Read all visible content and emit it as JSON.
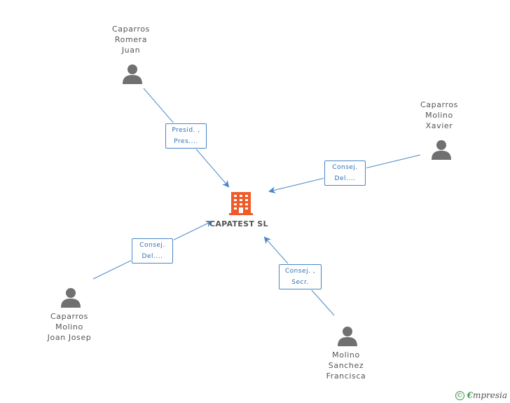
{
  "company": {
    "name": "CAPATEST SL",
    "icon": "building-icon",
    "color": "#f05a28"
  },
  "people": [
    {
      "id": "caparros-romera-juan",
      "name": "Caparros\nRomera\nJuan",
      "role_lines": [
        "Presid. ,",
        "Pres...."
      ]
    },
    {
      "id": "caparros-molino-xavier",
      "name": "Caparros\nMolino\nXavier",
      "role_lines": [
        "Consej.",
        "Del...."
      ]
    },
    {
      "id": "caparros-molino-joan-josep",
      "name": "Caparros\nMolino\nJoan Josep",
      "role_lines": [
        "Consej.",
        "Del...."
      ]
    },
    {
      "id": "molino-sanchez-francisca",
      "name": "Molino\nSanchez\nFrancisca",
      "role_lines": [
        "Consej. ,",
        "Secr."
      ]
    }
  ],
  "colors": {
    "edge": "#4a86c8",
    "person_icon": "#707070",
    "text": "#555555"
  },
  "footer": {
    "copyright_symbol": "©",
    "brand_initial": "€",
    "brand_rest": "mpresia"
  }
}
